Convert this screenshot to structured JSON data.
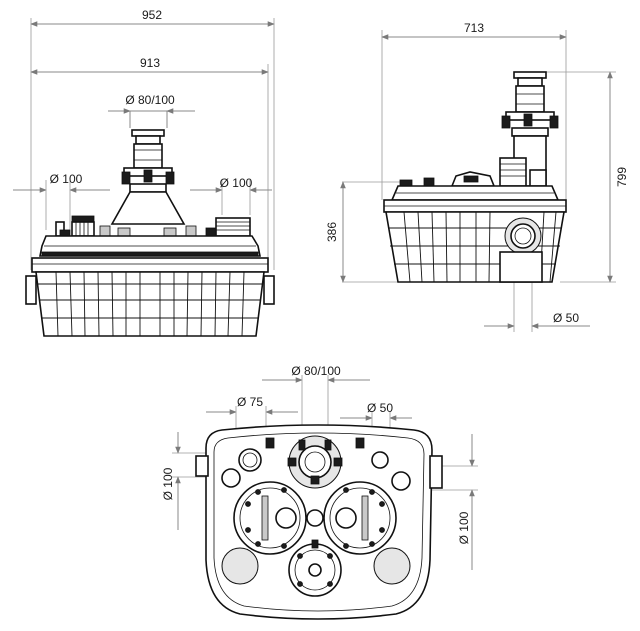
{
  "diagram": {
    "front_view": {
      "overall_width": "952",
      "inner_width": "913",
      "top_outlet": "Ø 80/100",
      "left_inlet": "Ø 100",
      "right_inlet": "Ø 100"
    },
    "side_view": {
      "depth": "713",
      "total_height": "799",
      "inlet_height": "386",
      "side_inlet": "Ø 50"
    },
    "top_view": {
      "center_outlet": "Ø 80/100",
      "inlet_75": "Ø 75",
      "inlet_50": "Ø 50",
      "left_inlet": "Ø 100",
      "right_inlet": "Ø 100"
    }
  }
}
